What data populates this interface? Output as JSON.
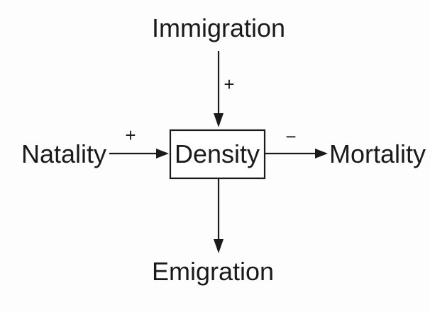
{
  "diagram": {
    "center": "Density",
    "nodes": {
      "top": "Immigration",
      "left": "Natality",
      "right": "Mortality",
      "bottom": "Emigration"
    },
    "signs": {
      "immigration": "+",
      "natality": "+",
      "mortality": "−"
    },
    "colors": {
      "ink": "#1a1a1a",
      "background": "#fdfdfd"
    }
  }
}
